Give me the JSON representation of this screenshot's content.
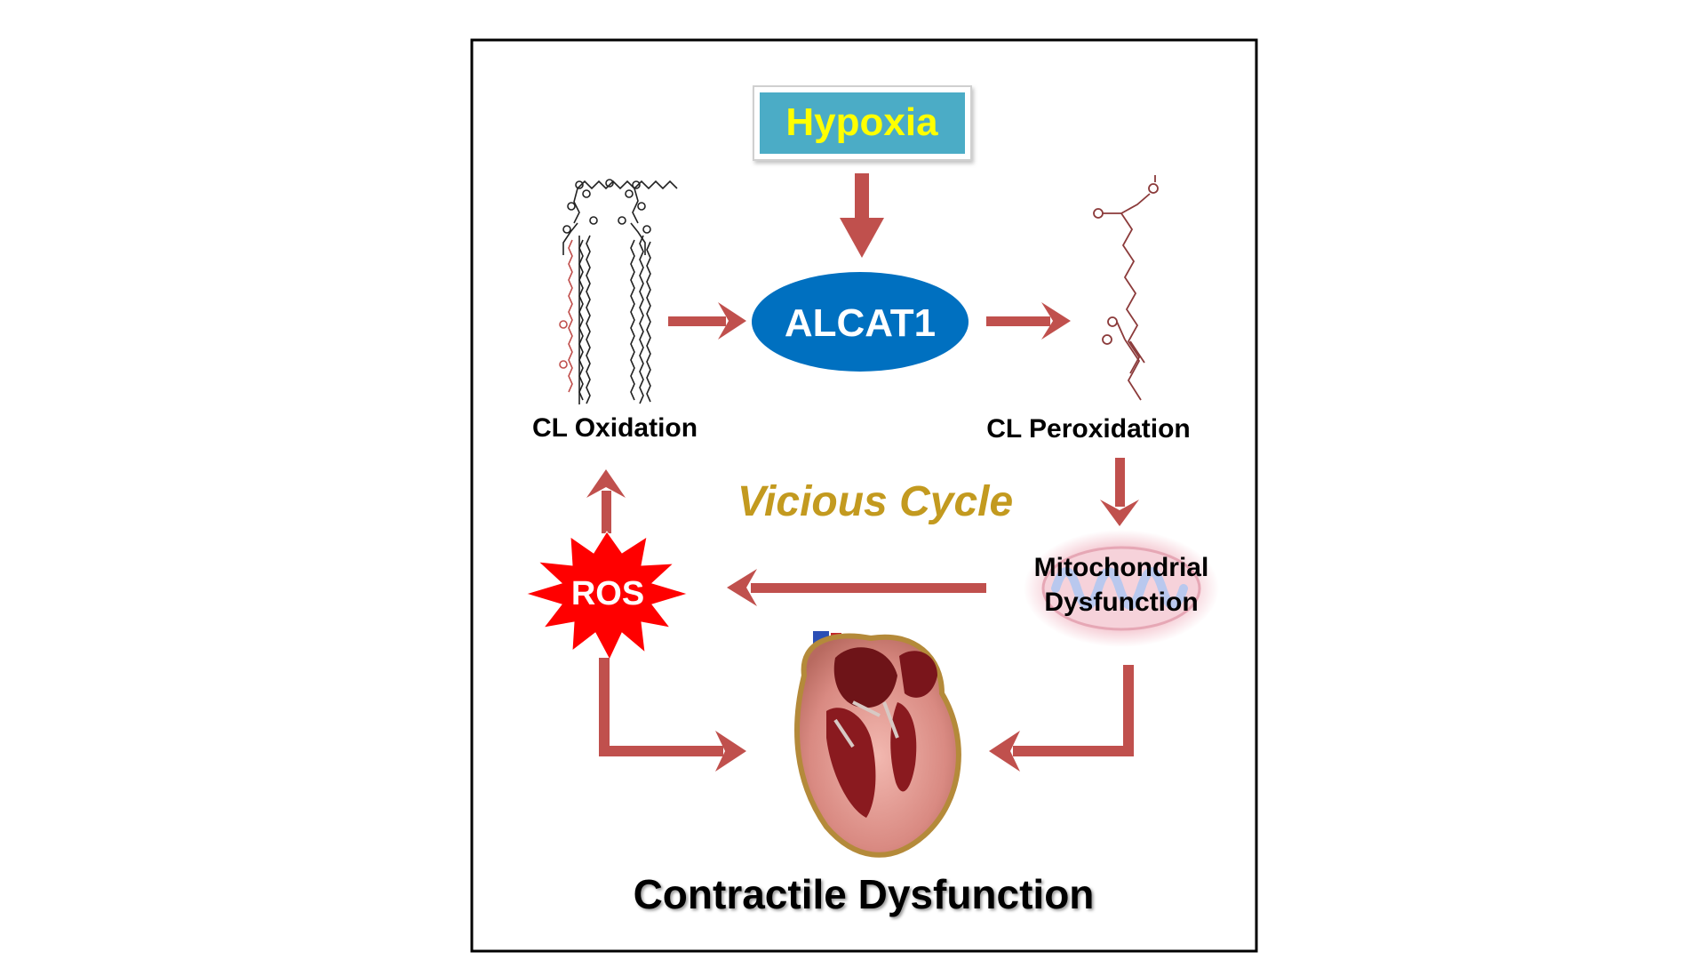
{
  "nodes": {
    "hypoxia": "Hypoxia",
    "alcat1": "ALCAT1",
    "cl_oxidation": "CL Oxidation",
    "cl_peroxidation": "CL Peroxidation",
    "vicious_cycle": "Vicious Cycle",
    "ros": "ROS",
    "mito_line1": "Mitochondrial",
    "mito_line2": "Dysfunction",
    "contractile": "Contractile Dysfunction"
  },
  "colors": {
    "arrow": "#c0504d",
    "hypoxia_box": "#4bacc6",
    "hypoxia_text": "#ffff00",
    "alcat1_fill": "#0070c0",
    "alcat1_text": "#ffffff",
    "ros_fill": "#ff0000",
    "ros_text": "#ffffff",
    "vicious_text": "#c39a1f",
    "text": "#000000",
    "frame": "#000000"
  }
}
